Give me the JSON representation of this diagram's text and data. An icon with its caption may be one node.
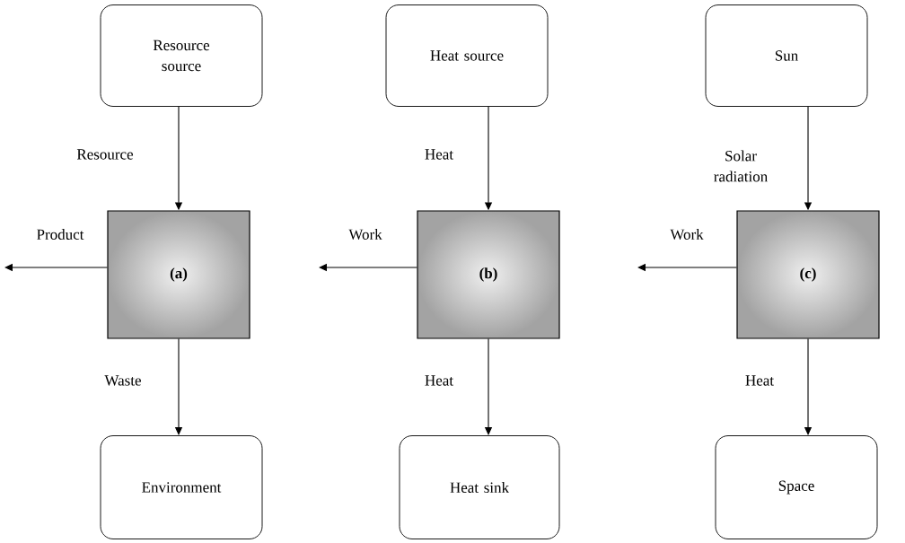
{
  "diagram": {
    "nodes": [
      {
        "text": [
          "Resource source"
        ]
      },
      {
        "text": [
          "Heat source"
        ]
      },
      {
        "text": [
          "Sun"
        ]
      },
      {
        "text": [
          "(a)"
        ]
      },
      {
        "text": [
          "(b)"
        ]
      },
      {
        "text": [
          "(c)"
        ]
      },
      {
        "text": [
          "Environment"
        ]
      },
      {
        "text": [
          "Heat sink"
        ]
      },
      {
        "text": [
          "Space"
        ]
      }
    ],
    "edges": [
      {
        "from": 0,
        "to": 3,
        "arrow": "to",
        "label": "Resource"
      },
      {
        "from": 3,
        "to": null,
        "arrow": "to",
        "label": "Product"
      },
      {
        "from": 3,
        "to": 6,
        "arrow": "to",
        "label": "Waste"
      },
      {
        "from": 1,
        "to": 4,
        "arrow": "to",
        "label": "Heat"
      },
      {
        "from": 4,
        "to": null,
        "arrow": "to",
        "label": "Work"
      },
      {
        "from": 4,
        "to": 7,
        "arrow": "to",
        "label": "Heat"
      },
      {
        "from": 2,
        "to": 5,
        "arrow": "to",
        "label": "Solar radiation"
      },
      {
        "from": 5,
        "to": null,
        "arrow": "to",
        "label": "Work"
      },
      {
        "from": 5,
        "to": 8,
        "arrow": "to",
        "label": "Heat"
      }
    ]
  }
}
